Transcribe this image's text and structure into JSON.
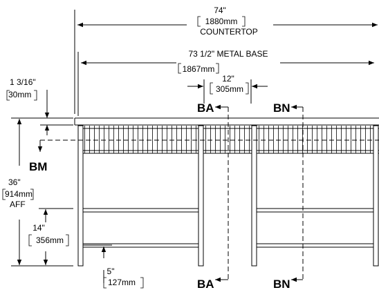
{
  "dimensions": {
    "countertop_in": "74\"",
    "countertop_mm": "1880mm",
    "countertop_label": "COUNTERTOP",
    "base_in": "73 1/2\"  METAL BASE",
    "base_mm": "1867mm",
    "section_in": "12\"",
    "section_mm": "305mm",
    "overhang_in": "1 3/16\"",
    "overhang_mm": "30mm",
    "height_in": "36\"",
    "height_mm": "914mm",
    "height_ref": "AFF",
    "shelf_in": "14\"",
    "shelf_mm": "356mm",
    "foot_in": "5\"",
    "foot_mm": "127mm"
  },
  "section_markers": {
    "ba_top": "BA",
    "bn_top": "BN",
    "bm": "BM",
    "ba_bottom": "BA",
    "bn_bottom": "BN"
  }
}
